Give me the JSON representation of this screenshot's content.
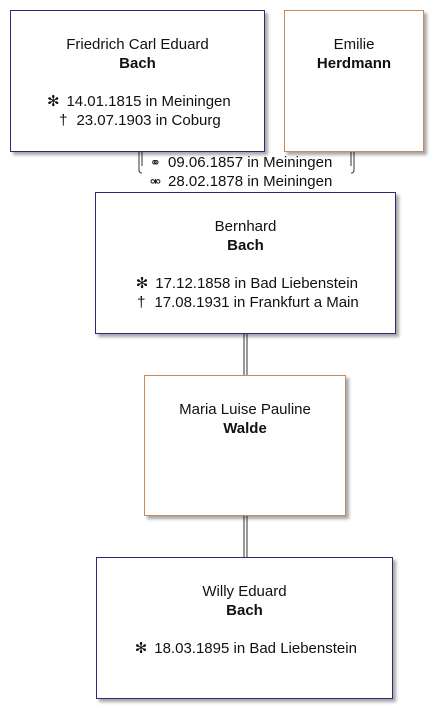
{
  "persons": {
    "father": {
      "given": "Friedrich Carl Eduard",
      "surname": "Bach",
      "birth_symbol": "✻",
      "birth": "14.01.1815 in Meiningen",
      "death_symbol": "†",
      "death": "23.07.1903 in Coburg"
    },
    "mother": {
      "given": "Emilie",
      "surname": "Herdmann"
    },
    "subject": {
      "given": "Bernhard",
      "surname": "Bach",
      "birth_symbol": "✻",
      "birth": "17.12.1858 in Bad Liebenstein",
      "death_symbol": "†",
      "death": "17.08.1931 in Frankfurt a Main"
    },
    "spouse": {
      "given": "Maria Luise Pauline",
      "surname": "Walde"
    },
    "child": {
      "given": "Willy Eduard",
      "surname": "Bach",
      "birth_symbol": "✻",
      "birth": "18.03.1895 in Bad Liebenstein"
    }
  },
  "marriage": {
    "married_symbol": "⚭",
    "married": "09.06.1857 in Meiningen",
    "divorced_symbol": "⚮",
    "divorced": "28.02.1878 in Meiningen"
  },
  "colors": {
    "male_border": "#2a2a7a",
    "female_border": "#c88a5a",
    "connector": "#333333"
  }
}
